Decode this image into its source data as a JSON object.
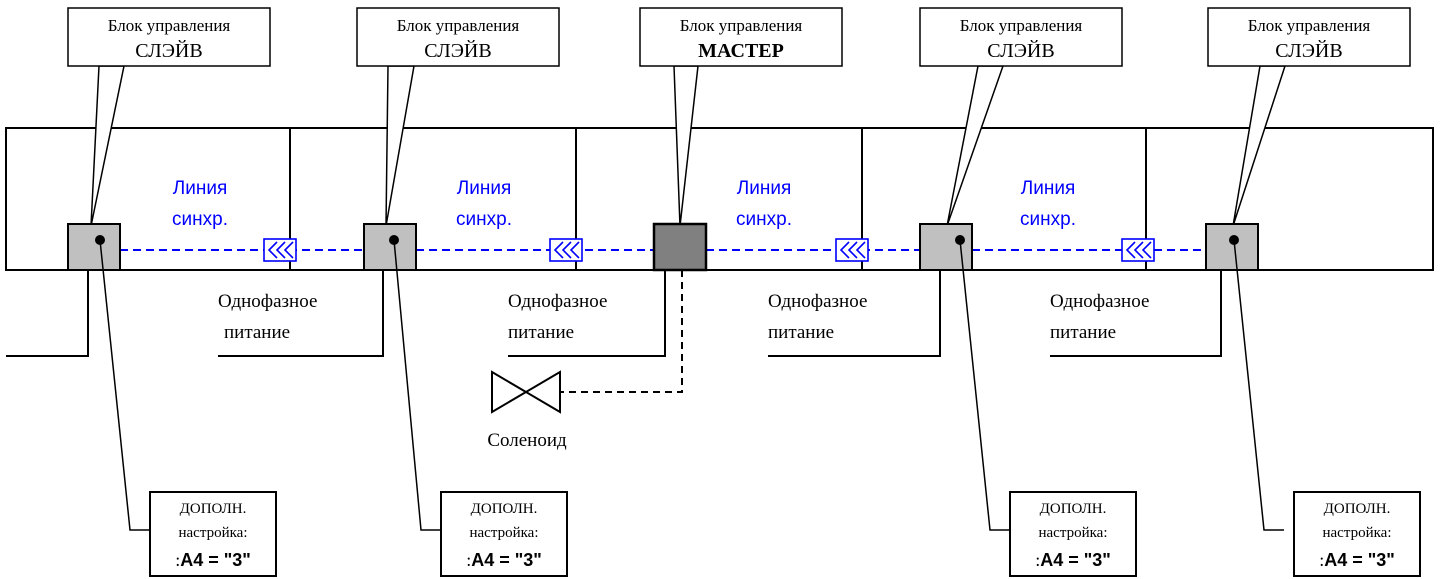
{
  "colors": {
    "line": "#000000",
    "sync_line": "#0000ff",
    "slave_unit_fill": "#c0c0c0",
    "master_unit_fill": "#808080",
    "background": "#ffffff"
  },
  "callouts": {
    "title_line": "Блок управления",
    "slave_label": "СЛЭЙВ",
    "master_label": "МАСТЕР"
  },
  "sync_label": {
    "line1": "Линия",
    "line2": "синхр."
  },
  "power_label": {
    "line1": "Однофазное",
    "line2": "питание"
  },
  "solenoid_label": "Соленоид",
  "settings_box": {
    "line1": "ДОПОЛН.",
    "line2": "настройка:",
    "prefix": ":",
    "value": "A4 = \"3\""
  }
}
